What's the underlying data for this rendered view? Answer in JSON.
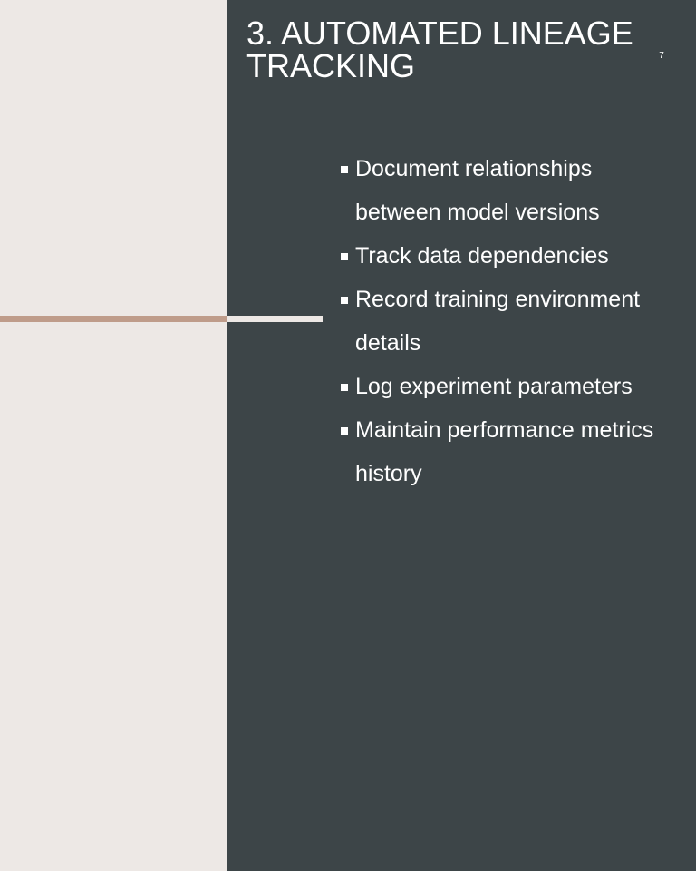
{
  "slide": {
    "title": "3. AUTOMATED LINEAGE TRACKING",
    "page_number": "7",
    "bullets": [
      {
        "text": "Document relationships between model versions"
      },
      {
        "text": "Track data dependencies"
      },
      {
        "text": "Record training environment details"
      },
      {
        "text": "Log experiment parameters"
      },
      {
        "text": "Maintain performance metrics history"
      }
    ],
    "colors": {
      "left_panel": "#ede8e5",
      "right_panel": "#3d4548",
      "accent_line_left": "#bf9c8a",
      "accent_line_right": "#ede8e5",
      "text": "#ffffff"
    },
    "icons": {
      "bullet": "square-bullet-icon"
    }
  }
}
